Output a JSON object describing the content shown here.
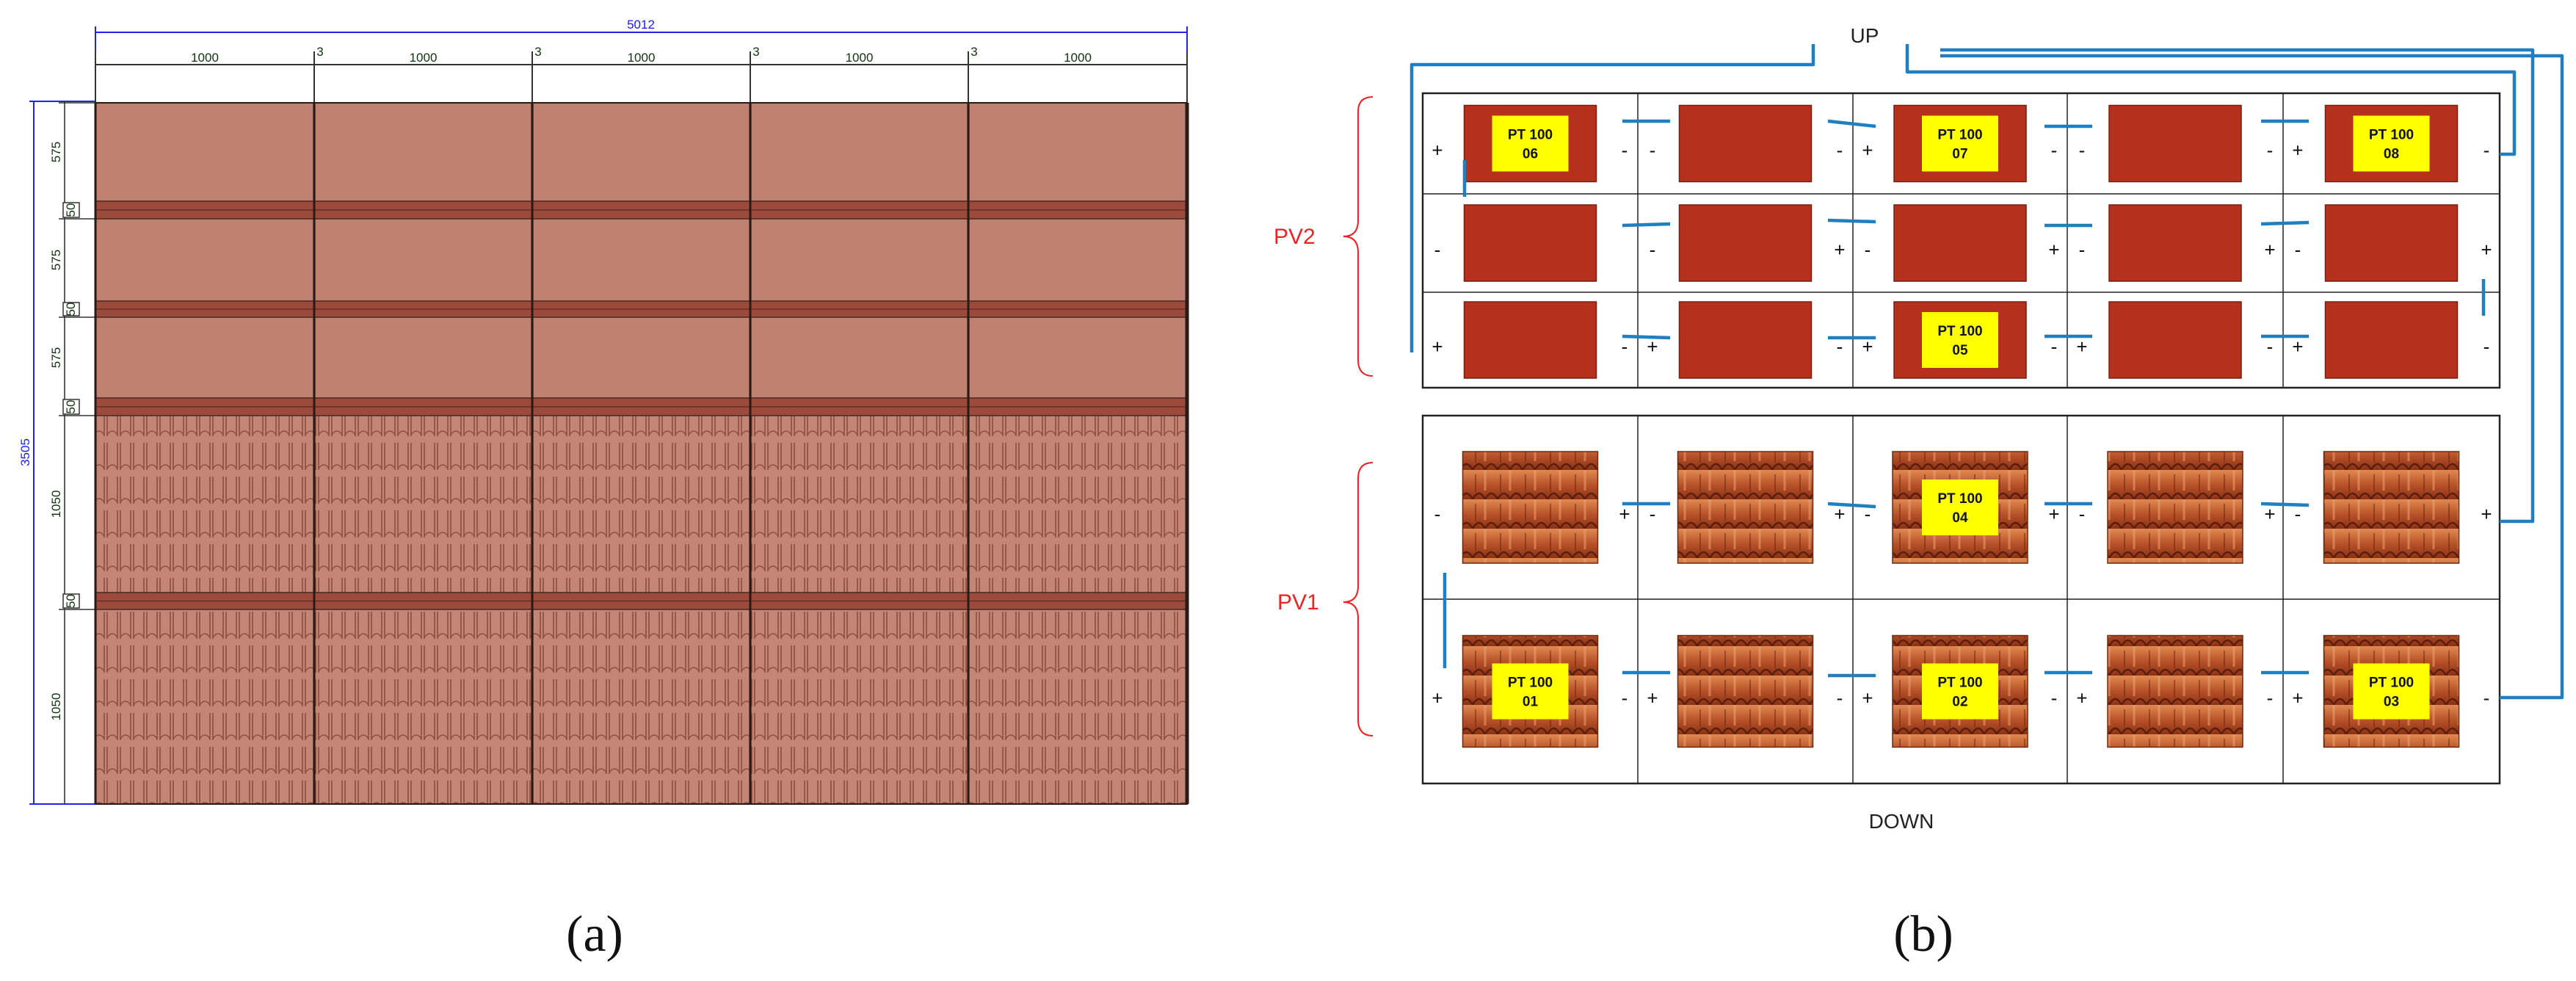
{
  "panel_a": {
    "caption": "(a)",
    "total_width": "5012",
    "total_height": "3505",
    "module_widths": [
      "1000",
      "1000",
      "1000",
      "1000",
      "1000"
    ],
    "gaps": [
      "3",
      "3",
      "3",
      "3"
    ],
    "row_heights": [
      "575",
      "575",
      "575",
      "1050",
      "1050"
    ],
    "spacer_labels": [
      "50",
      "50",
      "50",
      "50"
    ],
    "colors": {
      "pv_module": "#bf8170",
      "tile_module": "#c38676",
      "frame_band": "#9b4a3c",
      "dimension_blue": "#2222ee"
    }
  },
  "panel_b": {
    "caption": "(b)",
    "top_label": "UP",
    "bottom_label": "DOWN",
    "group_labels": [
      "PV2",
      "PV1"
    ],
    "pv2_rows": [
      {
        "left": [
          "+",
          "-",
          "+",
          "-",
          "+"
        ],
        "right": [
          "-",
          "-",
          "-",
          "-",
          "-"
        ],
        "sensors": [
          [
            "PT 100",
            "06"
          ],
          null,
          [
            "PT 100",
            "07"
          ],
          null,
          [
            "PT 100",
            "08"
          ]
        ]
      },
      {
        "left": [
          "-",
          "-",
          "-",
          "-",
          "-"
        ],
        "right": [
          "",
          "+",
          "+",
          "+",
          "+"
        ],
        "sensors": [
          null,
          null,
          null,
          null,
          null
        ]
      },
      {
        "left": [
          "+",
          "+",
          "+",
          "+",
          "+"
        ],
        "right": [
          "-",
          "-",
          "-",
          "-",
          "-"
        ],
        "sensors": [
          null,
          null,
          [
            "PT 100",
            "05"
          ],
          null,
          null
        ]
      }
    ],
    "pv1_rows": [
      {
        "left": [
          "-",
          "-",
          "-",
          "-",
          "-"
        ],
        "right": [
          "+",
          "+",
          "+",
          "+",
          "+"
        ],
        "sensors": [
          null,
          null,
          [
            "PT 100",
            "04"
          ],
          null,
          null
        ]
      },
      {
        "left": [
          "+",
          "+",
          "+",
          "+",
          "+"
        ],
        "right": [
          "-",
          "-",
          "-",
          "-",
          "-"
        ],
        "sensors": [
          [
            "PT 100",
            "01"
          ],
          null,
          [
            "PT 100",
            "02"
          ],
          null,
          [
            "PT 100",
            "03"
          ]
        ]
      }
    ],
    "colors": {
      "pv_cell": "#b5311b",
      "tile": "#c86a3c",
      "sensor_box": "#ffff00",
      "wire": "#1f7fc0",
      "group_brace": "#ee2222"
    }
  }
}
